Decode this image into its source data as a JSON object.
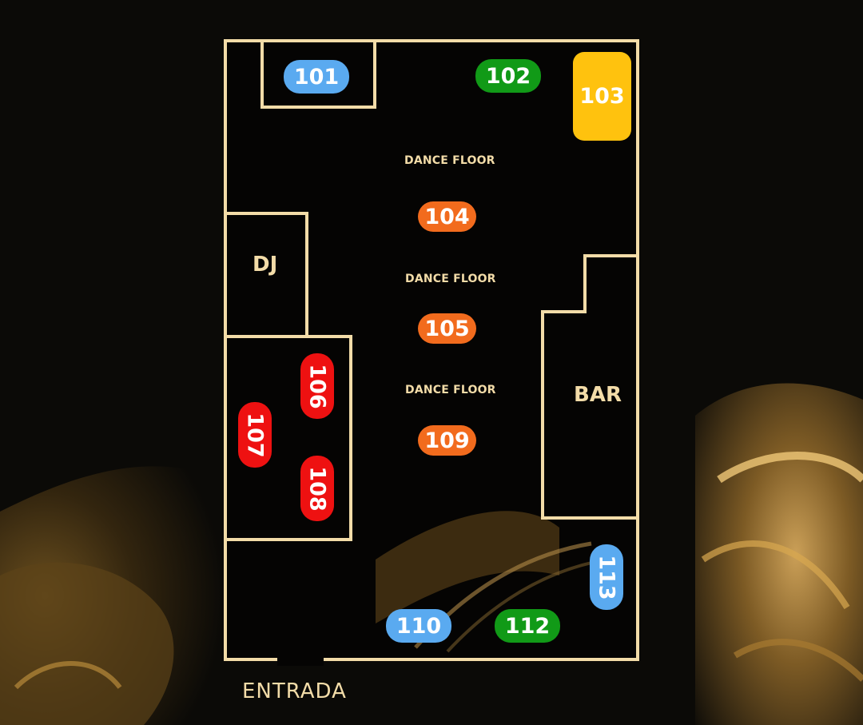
{
  "labels": {
    "dance_floor_1": "DANCE FLOOR",
    "dance_floor_2": "DANCE FLOOR",
    "dance_floor_3": "DANCE FLOOR",
    "dj": "DJ",
    "bar": "BAR",
    "entrada": "ENTRADA"
  },
  "tables": {
    "t101": "101",
    "t102": "102",
    "t103": "103",
    "t104": "104",
    "t105": "105",
    "t106": "106",
    "t107": "107",
    "t108": "108",
    "t109": "109",
    "t110": "110",
    "t112": "112",
    "t113": "113"
  },
  "colors": {
    "wall": "#f3dca8",
    "blue": "#5aaaf0",
    "green": "#119a17",
    "yellow": "#ffc20e",
    "orange": "#f26b1d",
    "red": "#ee1111",
    "gold_swirl": "#c8902e"
  }
}
